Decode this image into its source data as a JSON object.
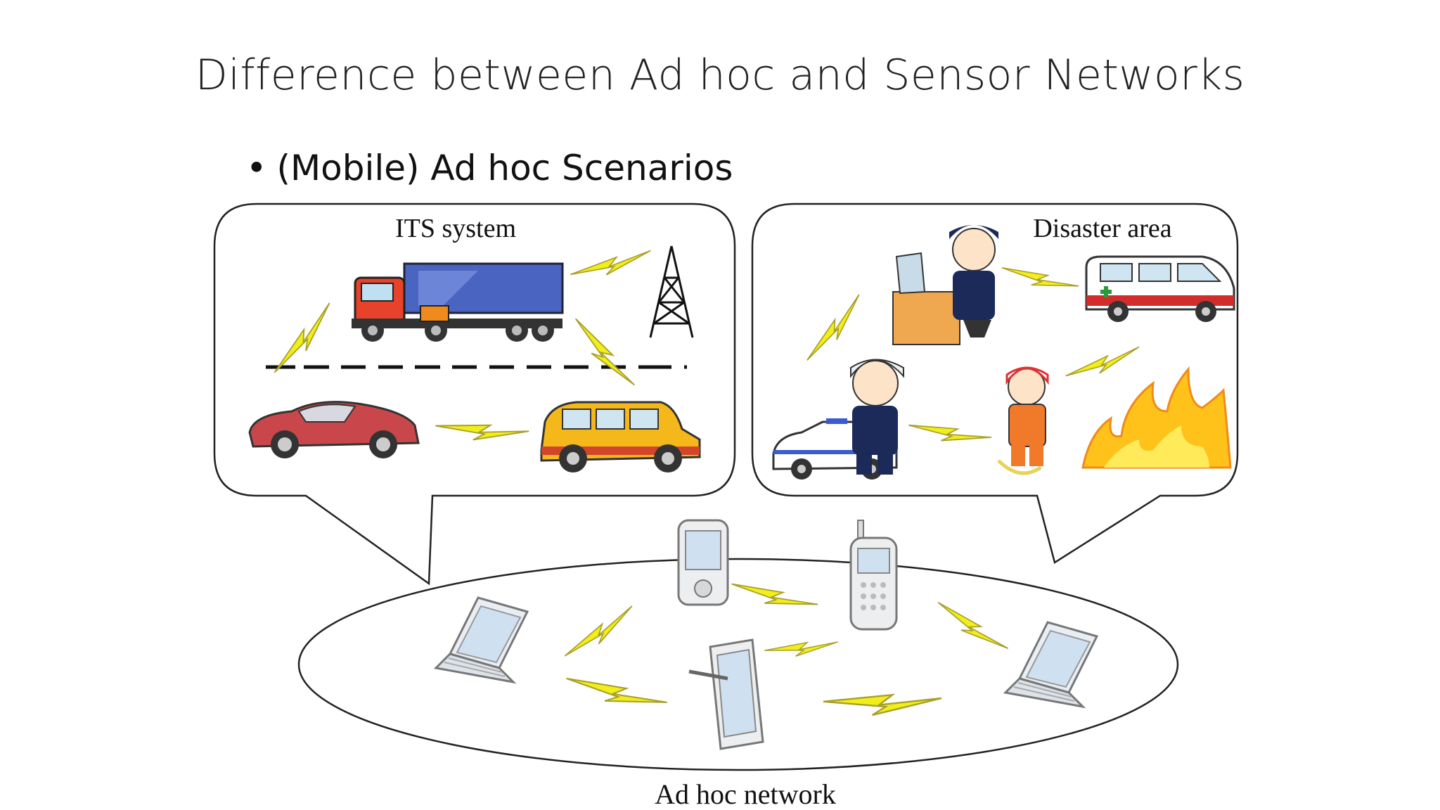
{
  "slide": {
    "title": "Difference between Ad hoc and Sensor Networks",
    "bullet": "(Mobile) Ad hoc Scenarios"
  },
  "callouts": {
    "its": {
      "label": "ITS system"
    },
    "disaster": {
      "label": "Disaster area"
    }
  },
  "network": {
    "label": "Ad hoc network"
  },
  "colors": {
    "lightning": "#f2ee1a",
    "lightning_outline": "#a8a02a",
    "outline": "#222222"
  },
  "icons": {
    "its": [
      "truck-icon",
      "radio-tower-icon",
      "sports-car-icon",
      "suv-icon"
    ],
    "disaster": [
      "operator-icon",
      "ambulance-icon",
      "police-officer-icon",
      "police-car-icon",
      "firefighter-icon",
      "fire-icon"
    ],
    "network": [
      "pda-icon",
      "mobile-phone-icon",
      "laptop-icon",
      "tablet-icon"
    ]
  }
}
